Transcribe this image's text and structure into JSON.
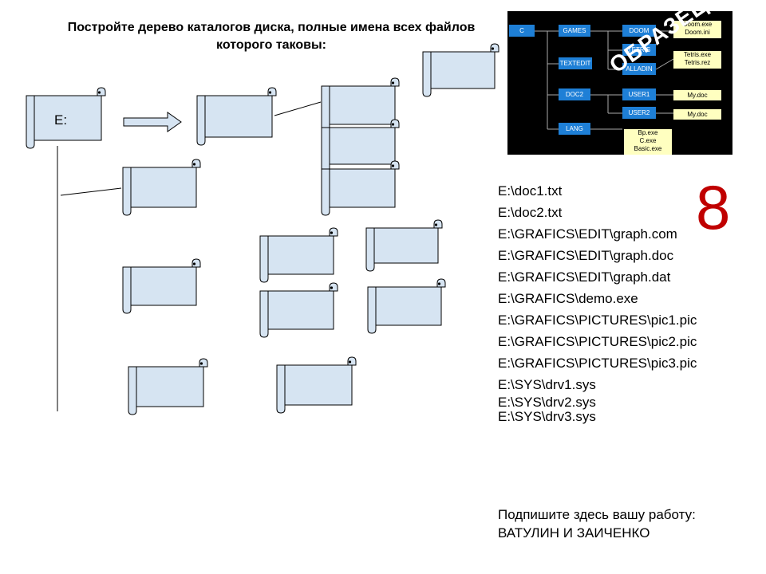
{
  "title": "Постройте дерево каталогов диска, полные имена всех файлов которого таковы:",
  "root_label": "E:",
  "paths": [
    "E:\\doc1.txt",
    "E:\\doc2.txt",
    "E:\\GRAFICS\\EDIT\\graph.com",
    "E:\\GRAFICS\\EDIT\\graph.doc",
    "E:\\GRAFICS\\EDIT\\graph.dat",
    "E:\\GRAFICS\\demo.exe",
    "E:\\GRAFICS\\PICTURES\\pic1.pic",
    "E:\\GRAFICS\\PICTURES\\pic2.pic",
    "E:\\GRAFICS\\PICTURES\\pic3.pic",
    "E:\\SYS\\drv1.sys",
    "E:\\SYS\\drv2.sys",
    "E:\\SYS\\drv3.sys"
  ],
  "big_number": "8",
  "sign_prompt": "Подпишите здесь вашу работу:",
  "sign_names": "ВАТУЛИН И ЗАИЧЕНКО",
  "sample": {
    "stamp": "ОБРАЗЕЦ",
    "nodes": {
      "c": "C",
      "games": "GAMES",
      "textedit": "TEXTEDIT",
      "doc2": "DOC2",
      "lang": "LANG",
      "doom": "DOOM",
      "tetris": "TETRIS",
      "alladin": "ALLADIN",
      "user1": "USER1",
      "user2": "USER2",
      "doom_files": "Doom.exe\nDoom.ini",
      "alladin_files": "Tetris.exe\nTetris.rez",
      "mydoc1": "My.doc",
      "mydoc2": "My.doc",
      "lang_files": "Bp.exe\nC.exe\nBasic.exe"
    }
  },
  "colors": {
    "scroll_fill": "#d6e4f2",
    "scroll_stroke": "#000000",
    "big_number": "#c00000",
    "sample_bg": "#000000",
    "sample_box": "#1e7fd6",
    "sample_file": "#ffffc0"
  }
}
